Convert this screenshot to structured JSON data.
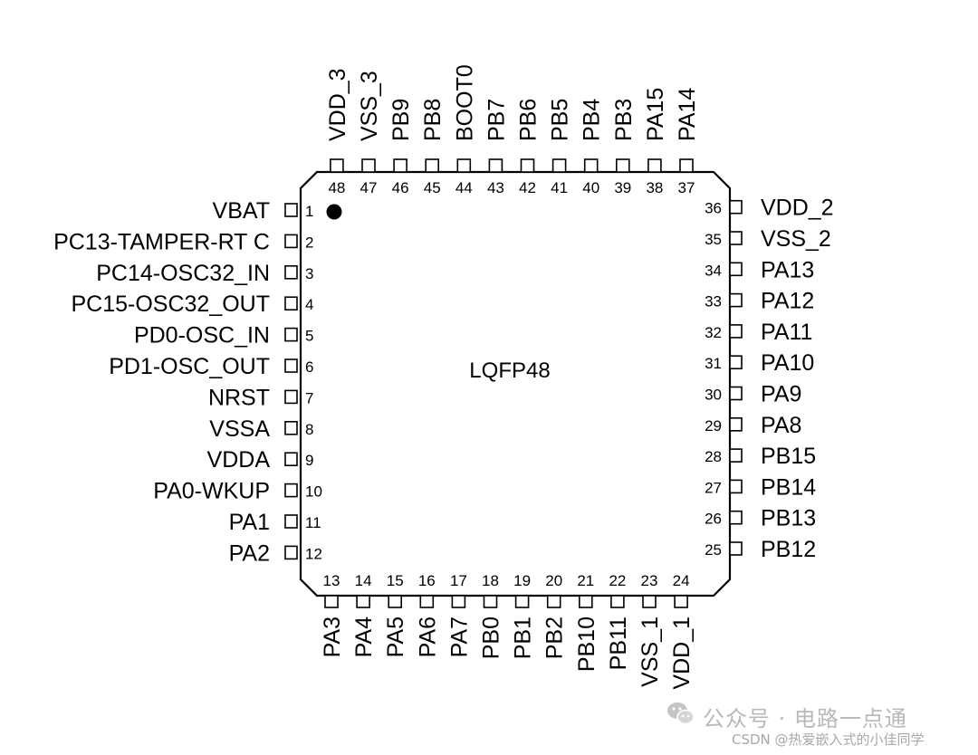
{
  "package": {
    "name": "LQFP48",
    "left_pins": [
      {
        "num": "1",
        "label": "VBAT"
      },
      {
        "num": "2",
        "label": "PC13-TAMPER-RT C"
      },
      {
        "num": "3",
        "label": "PC14-OSC32_IN"
      },
      {
        "num": "4",
        "label": "PC15-OSC32_OUT"
      },
      {
        "num": "5",
        "label": "PD0-OSC_IN"
      },
      {
        "num": "6",
        "label": "PD1-OSC_OUT"
      },
      {
        "num": "7",
        "label": "NRST"
      },
      {
        "num": "8",
        "label": "VSSA"
      },
      {
        "num": "9",
        "label": "VDDA"
      },
      {
        "num": "10",
        "label": "PA0-WKUP"
      },
      {
        "num": "11",
        "label": "PA1"
      },
      {
        "num": "12",
        "label": "PA2"
      }
    ],
    "bottom_pins": [
      {
        "num": "13",
        "label": "PA3"
      },
      {
        "num": "14",
        "label": "PA4"
      },
      {
        "num": "15",
        "label": "PA5"
      },
      {
        "num": "16",
        "label": "PA6"
      },
      {
        "num": "17",
        "label": "PA7"
      },
      {
        "num": "18",
        "label": "PB0"
      },
      {
        "num": "19",
        "label": "PB1"
      },
      {
        "num": "20",
        "label": "PB2"
      },
      {
        "num": "21",
        "label": "PB10"
      },
      {
        "num": "22",
        "label": "PB11"
      },
      {
        "num": "23",
        "label": "VSS_1"
      },
      {
        "num": "24",
        "label": "VDD_1"
      }
    ],
    "right_pins": [
      {
        "num": "25",
        "label": "PB12"
      },
      {
        "num": "26",
        "label": "PB13"
      },
      {
        "num": "27",
        "label": "PB14"
      },
      {
        "num": "28",
        "label": "PB15"
      },
      {
        "num": "29",
        "label": "PA8"
      },
      {
        "num": "30",
        "label": "PA9"
      },
      {
        "num": "31",
        "label": "PA10"
      },
      {
        "num": "32",
        "label": "PA11"
      },
      {
        "num": "33",
        "label": "PA12"
      },
      {
        "num": "34",
        "label": "PA13"
      },
      {
        "num": "35",
        "label": "VSS_2"
      },
      {
        "num": "36",
        "label": "VDD_2"
      }
    ],
    "top_pins": [
      {
        "num": "37",
        "label": "PA14"
      },
      {
        "num": "38",
        "label": "PA15"
      },
      {
        "num": "39",
        "label": "PB3"
      },
      {
        "num": "40",
        "label": "PB4"
      },
      {
        "num": "41",
        "label": "PB5"
      },
      {
        "num": "42",
        "label": "PB6"
      },
      {
        "num": "43",
        "label": "PB7"
      },
      {
        "num": "44",
        "label": "BOOT0"
      },
      {
        "num": "45",
        "label": "PB8"
      },
      {
        "num": "46",
        "label": "PB9"
      },
      {
        "num": "47",
        "label": "VSS_3"
      },
      {
        "num": "48",
        "label": "VDD_3"
      }
    ]
  },
  "watermark": {
    "main": "公众号 · 电路一点通",
    "credit": "CSDN @热爱嵌入式的小佳同学",
    "logo_icon": "wechat-icon"
  },
  "colors": {
    "ink": "#000000",
    "watermark": "#b9b9b9"
  }
}
